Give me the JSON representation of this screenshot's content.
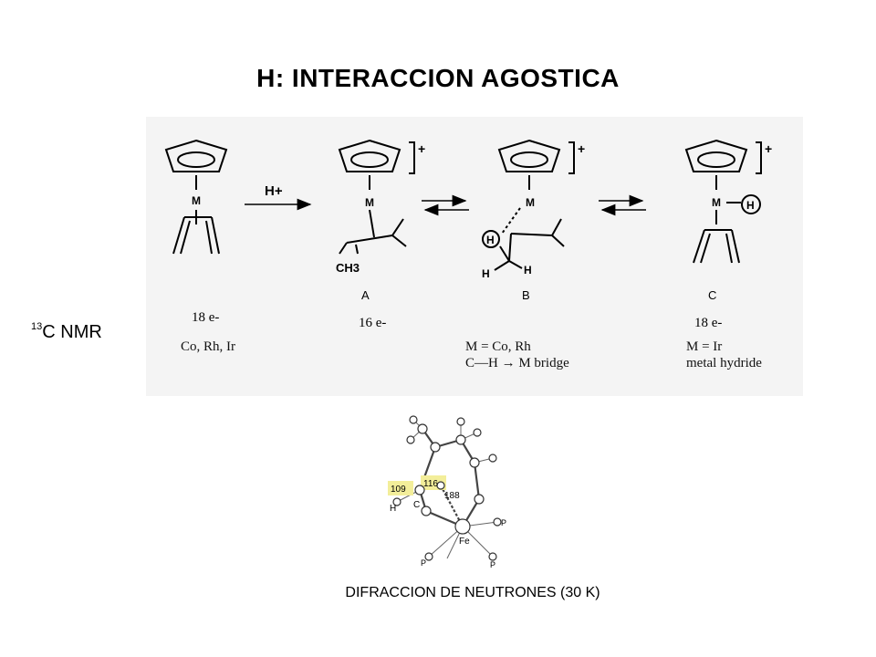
{
  "title": "H: INTERACCION AGOSTICA",
  "nmr_label": {
    "sup": "13",
    "text": "C NMR"
  },
  "scheme": {
    "reagent": "H+",
    "metal_label": "M",
    "charge": "+",
    "methyl": "CH3",
    "hydrogen": "H",
    "compounds": [
      "A",
      "B",
      "C"
    ],
    "electron_counts": [
      "18 e-",
      "16 e-",
      "18 e-"
    ],
    "metals_start": "Co, Rh, Ir",
    "b_metal": "M = Co, Rh",
    "b_desc": "C—H → M bridge",
    "c_metal": "M = Ir",
    "c_desc": "metal hydride"
  },
  "structure": {
    "angles": [
      "109",
      "116",
      "188"
    ],
    "atoms": {
      "carbon": "C",
      "hydrogen": "H",
      "iron": "Fe",
      "phosphorus": "P"
    },
    "highlight_color": "#f3ee9a"
  },
  "caption": "DIFRACCION DE NEUTRONES (30 K)"
}
